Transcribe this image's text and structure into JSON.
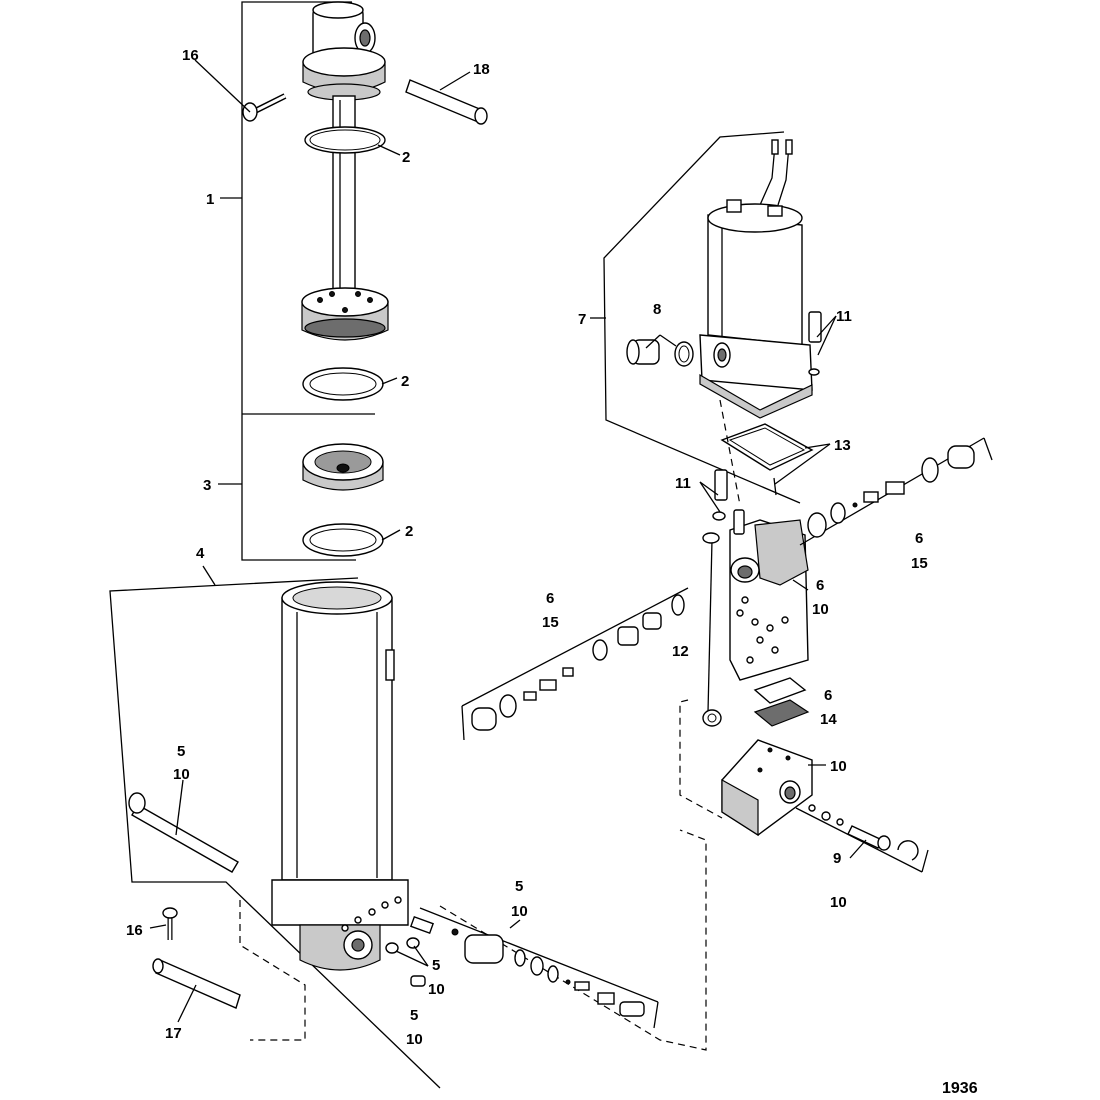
{
  "labels": {
    "l1": "1",
    "l2a": "2",
    "l2b": "2",
    "l2c": "2",
    "l3": "3",
    "l4": "4",
    "l5a": "5",
    "l10a": "10",
    "l5b": "5",
    "l10b": "10",
    "l5c": "5",
    "l10c": "10",
    "l5d": "5",
    "l10d": "10",
    "l6a": "6",
    "l15a": "15",
    "l6b": "6",
    "l15b": "15",
    "l6c": "6",
    "l10e": "10",
    "l6d": "6",
    "l14": "14",
    "l7": "7",
    "l8": "8",
    "l9": "9",
    "l10g": "10",
    "l10f": "10",
    "l11a": "11",
    "l11b": "11",
    "l12": "12",
    "l13": "13",
    "l16a": "16",
    "l16b": "16",
    "l17": "17",
    "l18": "18"
  },
  "figure_number": "1936"
}
